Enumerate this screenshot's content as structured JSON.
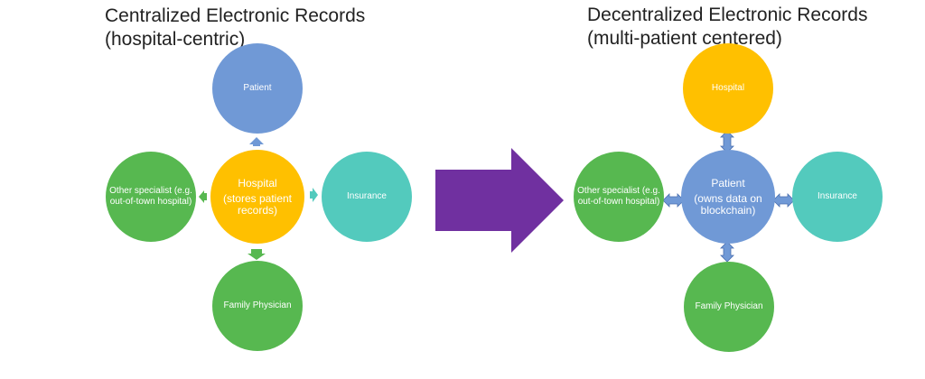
{
  "left": {
    "title_line1": "Centralized Electronic Records",
    "title_line2": "(hospital-centric)",
    "nodes": {
      "top": "Patient",
      "center": "Hospital",
      "center_sub": "(stores patient records)",
      "left": "Other specialist (e.g. out-of-town hospital)",
      "right": "Insurance",
      "bottom": "Family Physician"
    }
  },
  "right": {
    "title_line1": "Decentralized Electronic Records",
    "title_line2": "(multi-patient centered)",
    "nodes": {
      "top": "Hospital",
      "center": "Patient",
      "center_sub": "(owns data on blockchain)",
      "left": "Other specialist (e.g. out-of-town hospital)",
      "right": "Insurance",
      "bottom": "Family Physician"
    }
  },
  "colors": {
    "blue": "#7099d6",
    "yellow": "#ffc000",
    "teal": "#53cabd",
    "green": "#57b850",
    "big_arrow": "#7030a0"
  },
  "icons": {
    "big_arrow": "right-arrow-icon",
    "connector": "double-headed-arrow-icon"
  }
}
